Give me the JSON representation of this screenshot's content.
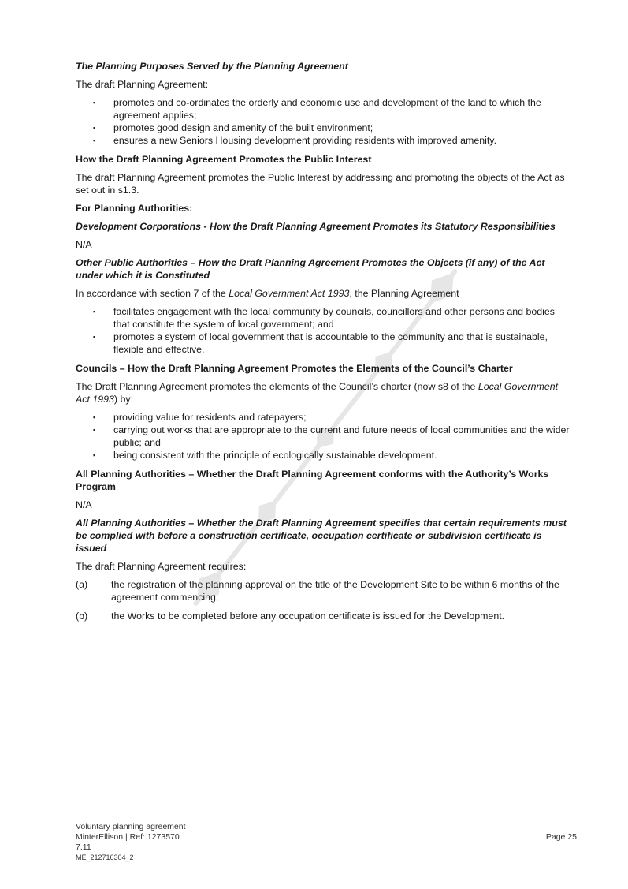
{
  "sections": {
    "s1_heading": "The Planning Purposes Served by the Planning Agreement",
    "s1_intro": "The draft Planning Agreement:",
    "s1_bullets": [
      "promotes and co-ordinates  the orderly and economic use and development of the land to which the agreement applies;",
      "promotes good design and amenity of the built environment;",
      "ensures a new Seniors Housing development providing residents with  improved amenity."
    ],
    "s2_heading": "How the Draft Planning Agreement Promotes the Public Interest",
    "s2_text": "The draft Planning Agreement promotes the Public Interest by addressing and promoting the objects of the Act as set out in s1.3.",
    "s3_heading": "For Planning Authorities:",
    "s4_heading": "Development Corporations - How the Draft Planning Agreement Promotes its Statutory Responsibilities",
    "s4_text": "N/A",
    "s5_heading": "Other Public Authorities – How the Draft Planning Agreement Promotes the Objects (if any) of the Act under which it is Constituted",
    "s5_intro_pre": "In accordance with section 7 of the ",
    "s5_intro_act": "Local Government Act 1993",
    "s5_intro_post": ", the Planning Agreement",
    "s5_bullets": [
      "facilitates engagement with the local community by councils, councillors and other persons and bodies that constitute the system of local government; and",
      "promotes a system of local government that is accountable to the community and that is sustainable, flexible and effective."
    ],
    "s6_heading": "Councils – How the Draft Planning Agreement Promotes the Elements of the Council’s Charter",
    "s6_intro_pre": "The Draft Planning Agreement promotes the elements of the Council’s charter (now s8 of the ",
    "s6_intro_act": "Local Government Act 1993",
    "s6_intro_post": ") by:",
    "s6_bullets": [
      "providing value for residents and ratepayers;",
      "carrying out works that are appropriate to the current and future needs of local communities and the wider public; and",
      "being consistent with the principle of ecologically sustainable development."
    ],
    "s7_heading": "All Planning Authorities – Whether the Draft Planning Agreement conforms with the Authority’s Works Program",
    "s7_text": "N/A",
    "s8_heading": "All Planning Authorities – Whether the Draft Planning Agreement specifies that certain requirements must be complied with before a construction certificate, occupation certificate or subdivision certificate is issued",
    "s8_intro": "The draft Planning Agreement requires:",
    "s8_items": [
      {
        "label": "(a)",
        "text": "the registration of the planning approval on the title of the Development Site to be within 6 months of the agreement commencing;"
      },
      {
        "label": "(b)",
        "text": "the Works to be completed before any occupation certificate is issued for the Development."
      }
    ]
  },
  "bullet_glyph": "▪",
  "footer": {
    "line1": "Voluntary planning agreement",
    "line2": "MinterEllison | Ref:  1273570",
    "line3": "7.11",
    "line4": "ME_212716304_2",
    "page": "Page 25"
  },
  "watermark_color": "#e6e6e6"
}
